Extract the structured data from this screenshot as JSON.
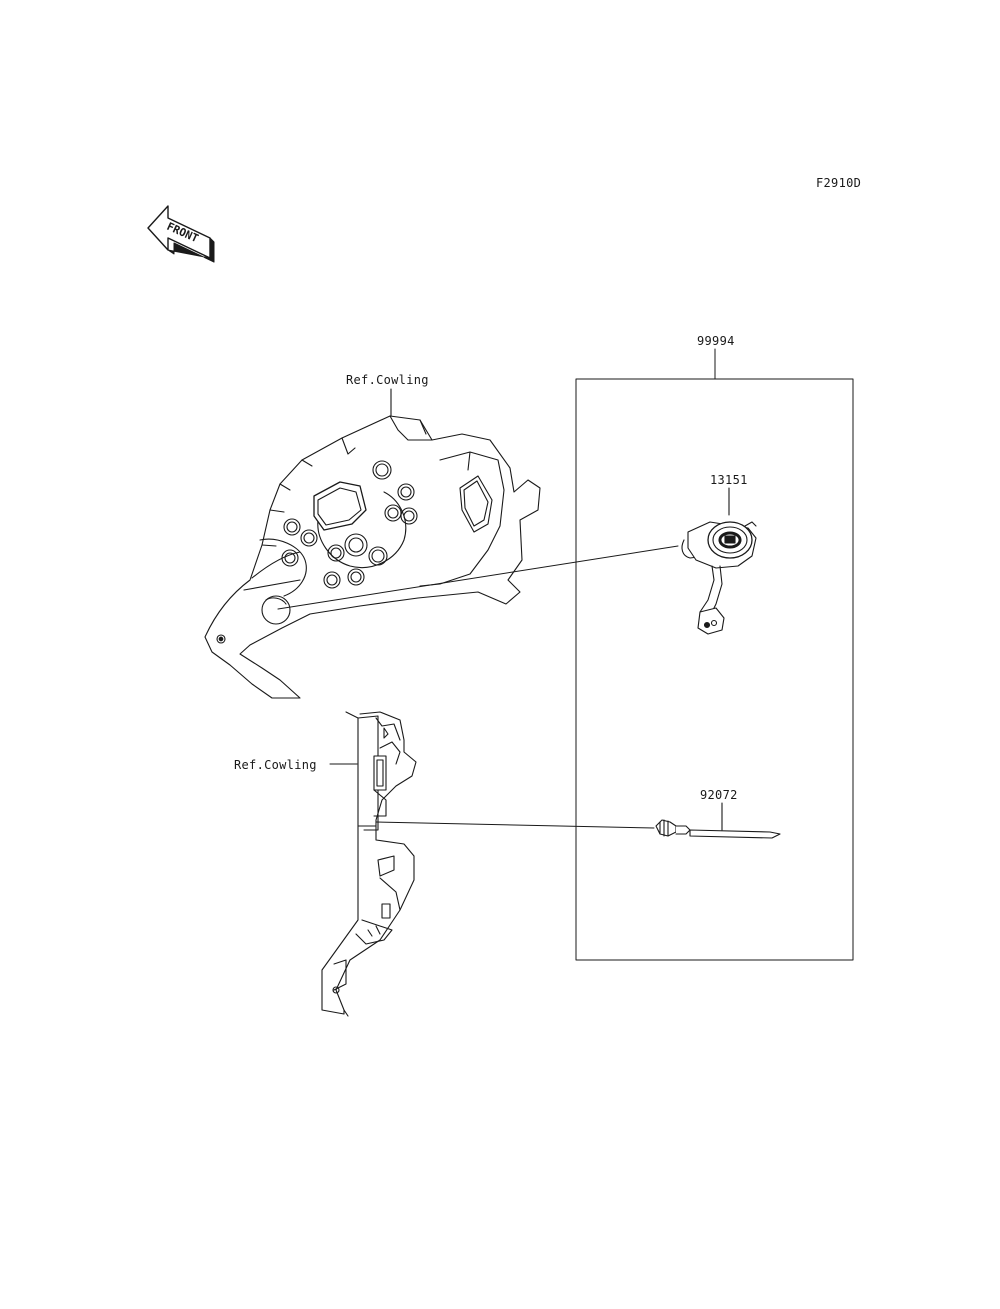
{
  "diagram": {
    "figure_code": "F2910D",
    "front_arrow_text": "FRONT",
    "labels": {
      "kit": "99994",
      "socket": "13151",
      "band": "92072",
      "ref_upper": "Ref.Cowling",
      "ref_lower": "Ref.Cowling"
    }
  },
  "colors": {
    "line": "#1a1a1a",
    "fill": "#ffffff"
  }
}
